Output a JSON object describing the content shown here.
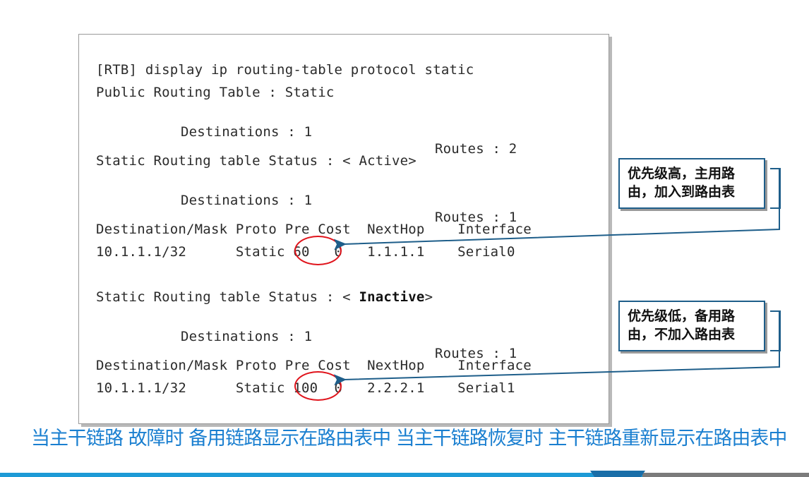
{
  "terminal": {
    "command": "[RTB] display ip routing-table protocol static",
    "table_title": "Public Routing Table : Static",
    "summary": {
      "destinations": "Destinations : 1",
      "routes": "Routes : 2"
    },
    "active_section": {
      "status_prefix": "Static Routing table Status : < ",
      "status_word": "Active",
      "status_suffix": ">",
      "destinations": "Destinations : 1",
      "routes": "Routes : 1",
      "header": "Destination/Mask Proto Pre Cost  NextHop    Interface",
      "row": "10.1.1.1/32      Static 60   0   1.1.1.1    Serial0"
    },
    "inactive_section": {
      "status_prefix": "Static Routing table Status : < ",
      "status_word": "Inactive",
      "status_suffix": ">",
      "destinations": "Destinations : 1",
      "routes": "Routes : 1",
      "header": "Destination/Mask Proto Pre Cost  NextHop    Interface",
      "row": "10.1.1.1/32      Static 100  0   2.2.2.1    Serial1"
    }
  },
  "callouts": {
    "high_priority": {
      "line1": "优先级高，主用路",
      "line2": "由，加入到路由表"
    },
    "low_priority": {
      "line1": "优先级低，备用路",
      "line2": "由，不加入路由表"
    }
  },
  "caption": "当主干链路 故障时 备用链路显示在路由表中 当主干链路恢复时 主干链路重新显示在路由表中",
  "colors": {
    "accent_blue": "#1e5e8a",
    "caption_blue": "#1a7fd0",
    "highlight_red": "#e0141c",
    "footer_blue": "#1d9ad6"
  }
}
